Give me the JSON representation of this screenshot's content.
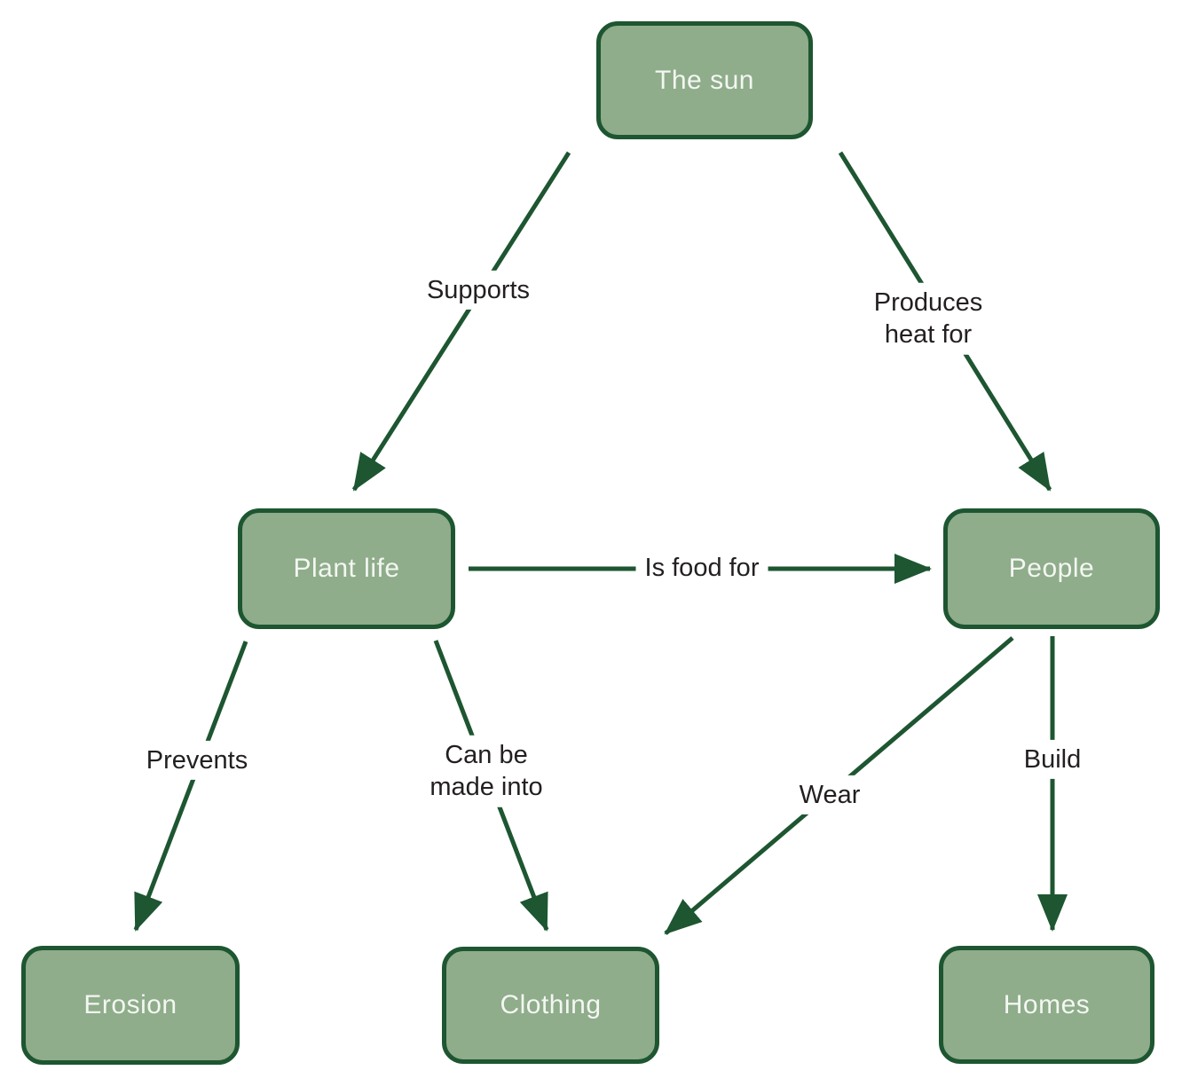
{
  "diagram": {
    "type": "concept-map",
    "colors": {
      "background": "#ffffff",
      "node_fill": "#8fac8b",
      "node_border": "#1d5631",
      "node_text": "#f3f7f1",
      "edge": "#1d5631",
      "label_text": "#231f20"
    },
    "nodes": [
      {
        "id": "sun",
        "label": "The sun"
      },
      {
        "id": "plant-life",
        "label": "Plant life"
      },
      {
        "id": "people",
        "label": "People"
      },
      {
        "id": "erosion",
        "label": "Erosion"
      },
      {
        "id": "clothing",
        "label": "Clothing"
      },
      {
        "id": "homes",
        "label": "Homes"
      }
    ],
    "edges": [
      {
        "from": "sun",
        "to": "plant-life",
        "label": "Supports"
      },
      {
        "from": "sun",
        "to": "people",
        "label": "Produces heat for"
      },
      {
        "from": "plant-life",
        "to": "people",
        "label": "Is food for"
      },
      {
        "from": "plant-life",
        "to": "erosion",
        "label": "Prevents"
      },
      {
        "from": "plant-life",
        "to": "clothing",
        "label": "Can be made into"
      },
      {
        "from": "people",
        "to": "clothing",
        "label": "Wear"
      },
      {
        "from": "people",
        "to": "homes",
        "label": "Build"
      }
    ]
  }
}
